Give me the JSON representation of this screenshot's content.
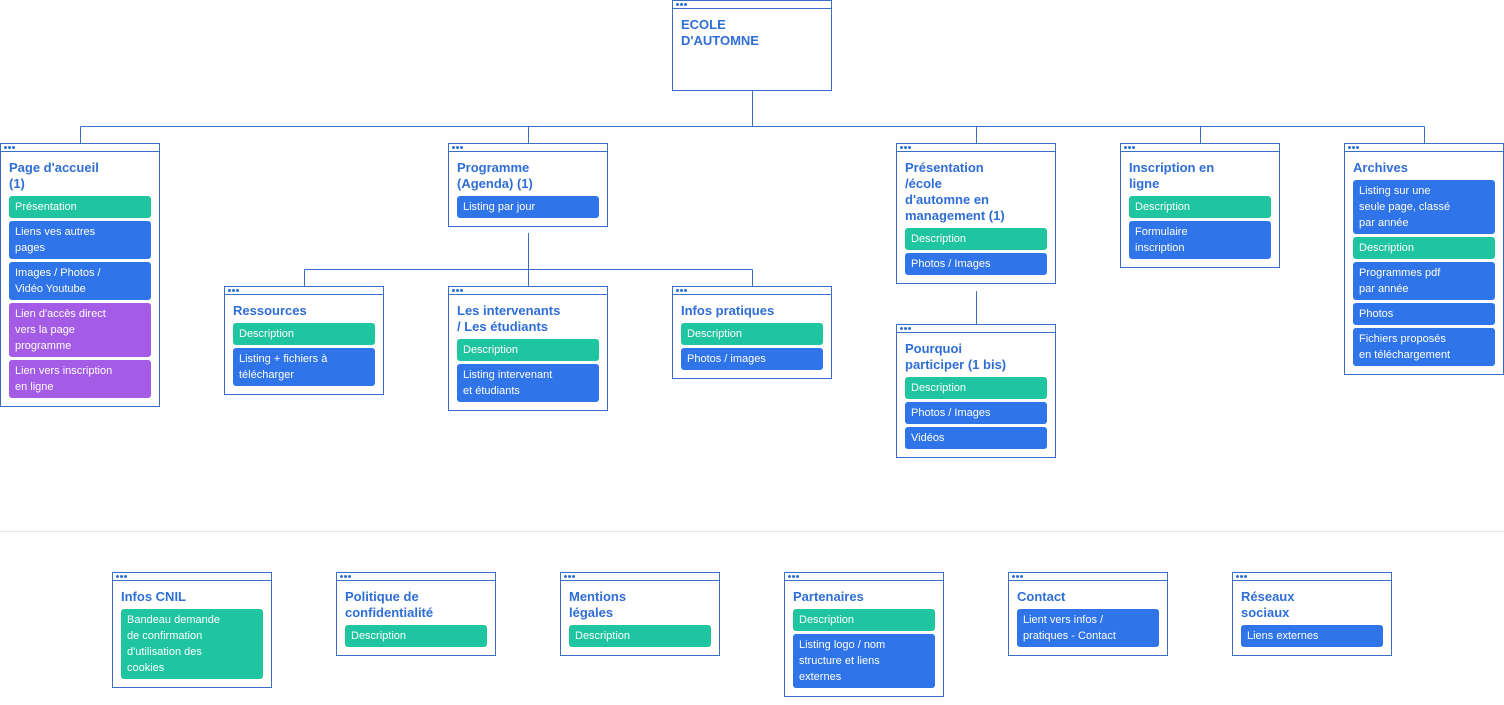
{
  "colors": {
    "green": "#1fc4a0",
    "blue": "#2f74e8",
    "purple": "#a45be6",
    "title": "#2f6ed6",
    "border": "#3b6fc4"
  },
  "root": {
    "title": "ECOLE\nD'AUTOMNE"
  },
  "top": [
    {
      "id": "accueil",
      "title": "Page d'accueil\n(1)",
      "items": [
        {
          "text": "Présentation",
          "color": "green"
        },
        {
          "text": "Liens ves autres\npages",
          "color": "blue"
        },
        {
          "text": "Images / Photos /\nVidéo Youtube",
          "color": "blue"
        },
        {
          "text": "Lien d'accès direct\nvers la page\nprogramme",
          "color": "purple"
        },
        {
          "text": "Lien vers inscription\nen ligne",
          "color": "purple"
        }
      ]
    },
    {
      "id": "programme",
      "title": "Programme\n(Agenda) (1)",
      "items": [
        {
          "text": "Listing par jour",
          "color": "blue"
        }
      ]
    },
    {
      "id": "presentation",
      "title": "Présentation\n/école\nd'automne en\nmanagement (1)",
      "items": [
        {
          "text": "Description",
          "color": "green"
        },
        {
          "text": "Photos / Images",
          "color": "blue"
        }
      ]
    },
    {
      "id": "inscription",
      "title": "Inscription en\nligne",
      "items": [
        {
          "text": "Description",
          "color": "green"
        },
        {
          "text": "Formulaire\ninscription",
          "color": "blue"
        }
      ]
    },
    {
      "id": "archives",
      "title": "Archives",
      "items": [
        {
          "text": "Listing sur une\nseule page, classé\npar année",
          "color": "blue"
        },
        {
          "text": "Description",
          "color": "green"
        },
        {
          "text": "Programmes pdf\npar année",
          "color": "blue"
        },
        {
          "text": "Photos",
          "color": "blue"
        },
        {
          "text": "Fichiers proposés\nen téléchargement",
          "color": "blue"
        }
      ]
    }
  ],
  "programme_children": [
    {
      "id": "ressources",
      "title": "Ressources",
      "items": [
        {
          "text": "Description",
          "color": "green"
        },
        {
          "text": "Listing + fichiers à\ntélécharger",
          "color": "blue"
        }
      ]
    },
    {
      "id": "intervenants",
      "title": "Les intervenants\n/ Les étudiants",
      "items": [
        {
          "text": "Description",
          "color": "green"
        },
        {
          "text": "Listing intervenant\net étudiants",
          "color": "blue"
        }
      ]
    },
    {
      "id": "infos",
      "title": "Infos pratiques",
      "items": [
        {
          "text": "Description",
          "color": "green"
        },
        {
          "text": "Photos / images",
          "color": "blue"
        }
      ]
    }
  ],
  "presentation_child": {
    "id": "pourquoi",
    "title": "Pourquoi\nparticiper (1 bis)",
    "items": [
      {
        "text": "Description",
        "color": "green"
      },
      {
        "text": "Photos / Images",
        "color": "blue"
      },
      {
        "text": "Vidéos",
        "color": "blue"
      }
    ]
  },
  "footer": [
    {
      "id": "cnil",
      "title": "Infos CNIL",
      "items": [
        {
          "text": "Bandeau demande\nde confirmation\nd'utilisation des\ncookies",
          "color": "green"
        }
      ]
    },
    {
      "id": "politique",
      "title": "Politique de\nconfidentialité",
      "items": [
        {
          "text": "Description",
          "color": "green"
        }
      ]
    },
    {
      "id": "mentions",
      "title": "Mentions\nlégales",
      "items": [
        {
          "text": "Description",
          "color": "green"
        }
      ]
    },
    {
      "id": "partenaires",
      "title": "Partenaires",
      "items": [
        {
          "text": "Description",
          "color": "green"
        },
        {
          "text": "Listing logo / nom\nstructure et liens\nexternes",
          "color": "blue"
        }
      ]
    },
    {
      "id": "contact",
      "title": "Contact",
      "items": [
        {
          "text": "Lient vers infos /\npratiques - Contact",
          "color": "blue"
        }
      ]
    },
    {
      "id": "reseaux",
      "title": "Réseaux\nsociaux",
      "items": [
        {
          "text": "Liens externes",
          "color": "blue"
        }
      ]
    }
  ]
}
